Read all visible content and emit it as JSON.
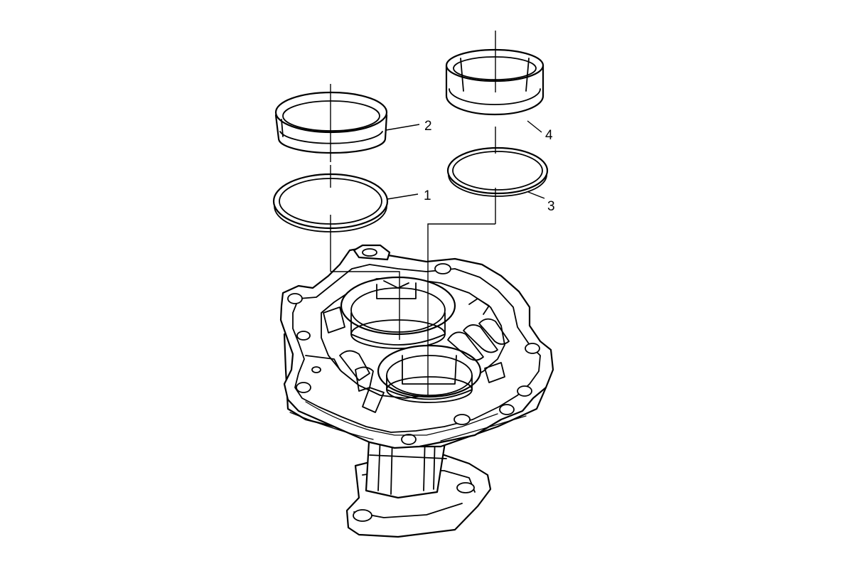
{
  "figure": {
    "callouts": [
      "1",
      "2",
      "3",
      "4"
    ]
  }
}
